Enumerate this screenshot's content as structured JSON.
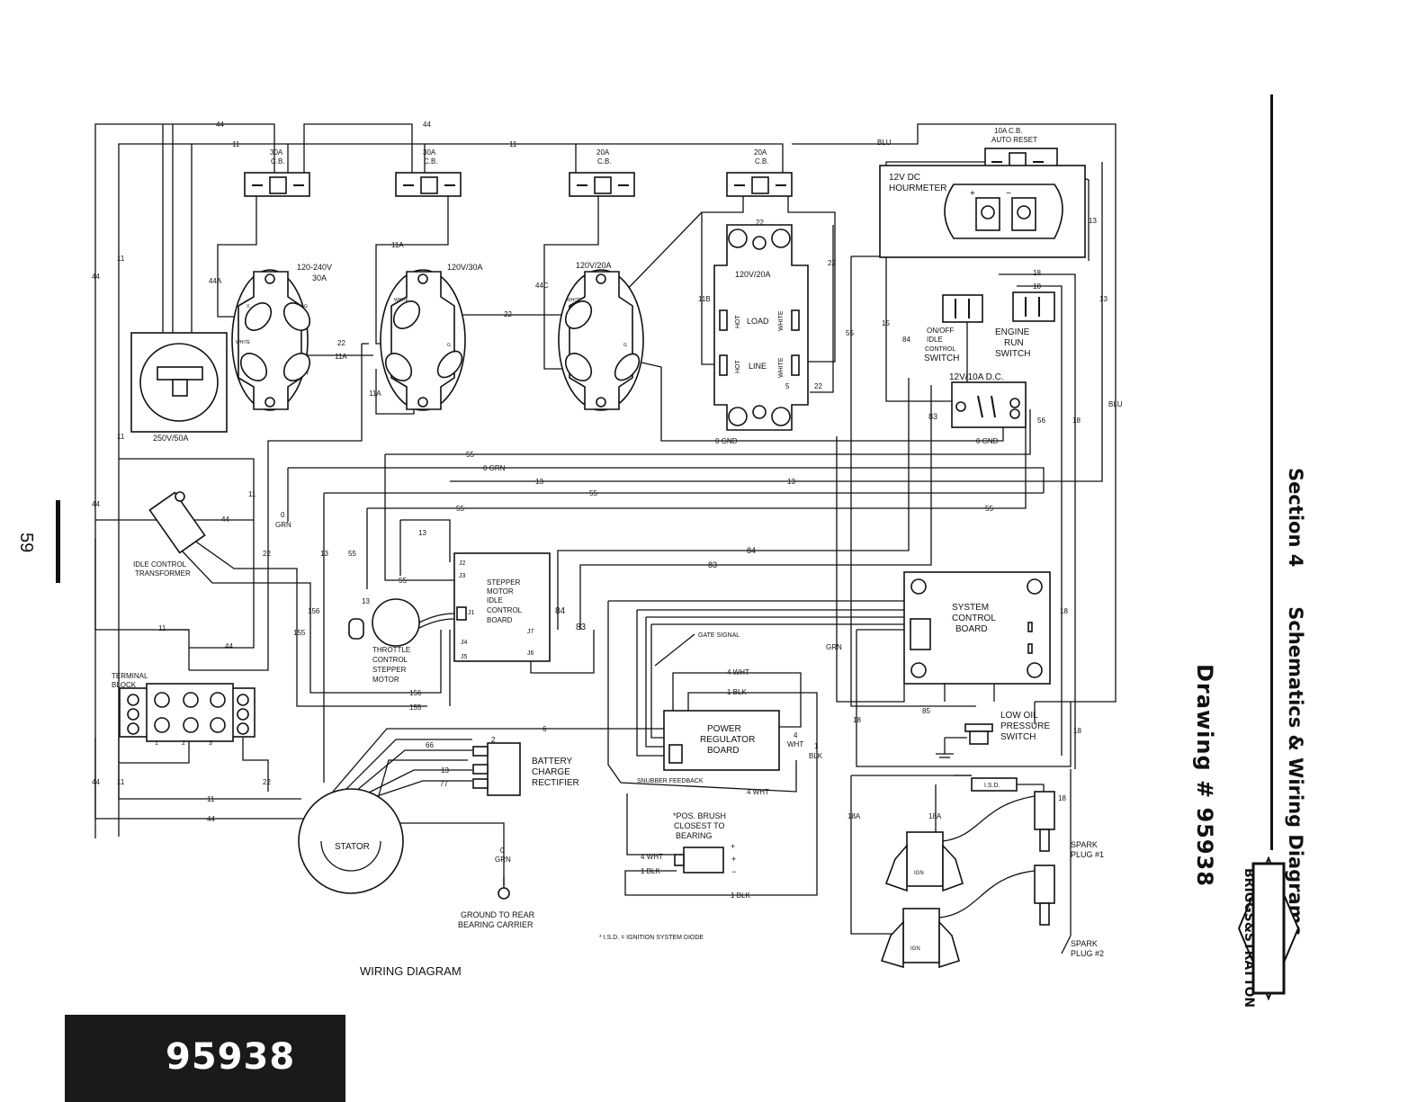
{
  "section": {
    "title": "Section 4",
    "subtitle": "Schematics & Wiring Diagrams",
    "drawing_label": "Drawing # 95938"
  },
  "page_number": "59",
  "footer": {
    "drawing_number": "95938"
  },
  "brand": {
    "logo_text": "BRIGGS&STRATTON"
  },
  "diagram": {
    "caption": "WIRING DIAGRAM",
    "footnote": "* I.S.D. = IGNITION SYSTEM DIODE",
    "breakers": {
      "cb1": [
        "30A",
        "C.B."
      ],
      "cb2": [
        "30A",
        "C.B."
      ],
      "cb3": [
        "20A",
        "C.B."
      ],
      "cb4": [
        "20A",
        "C.B."
      ],
      "cb5": [
        "10A  C.B.",
        "AUTO RESET"
      ]
    },
    "receptacles": {
      "r250": "250V/50A",
      "r120_240": [
        "120-240V",
        "30A"
      ],
      "r120_30": "120V/30A",
      "r120_20": "120V/20A",
      "gfci": "120V/20A",
      "pin_x": "X",
      "pin_g": "G",
      "pin_y": "Y",
      "white": "WHITE",
      "hot": "HOT",
      "load": "LOAD",
      "line": "LINE"
    },
    "components": {
      "hourmeter": [
        "12V DC",
        "HOURMETER"
      ],
      "plus": "+",
      "minus": "−",
      "idle_switch": [
        "ON/OFF",
        "IDLE",
        "CONTROL",
        "SWITCH"
      ],
      "engine_switch": [
        "ENGINE",
        "RUN",
        "SWITCH"
      ],
      "receptacle_12v": "12V/10A D.C.",
      "idle_transformer": [
        "IDLE CONTROL",
        "TRANSFORMER"
      ],
      "stepper_board": [
        "STEPPER",
        "MOTOR",
        "IDLE",
        "CONTROL",
        "BOARD"
      ],
      "stepper_pins": [
        "J2",
        "J3",
        "J1",
        "J7",
        "J4",
        "J5",
        "J6"
      ],
      "throttle_motor": [
        "THROTTLE",
        "CONTROL",
        "STEPPER",
        "MOTOR"
      ],
      "terminal_block": [
        "TERMINAL",
        "BLOCK"
      ],
      "terminal_numbers": [
        "1",
        "2",
        "3"
      ],
      "system_board": [
        "SYSTEM",
        "CONTROL",
        "BOARD"
      ],
      "power_regulator": [
        "POWER",
        "REGULATOR",
        "BOARD"
      ],
      "battery_rectifier": [
        "BATTERY",
        "CHARGE",
        "RECTIFIER"
      ],
      "stator": "STATOR",
      "ground": [
        "GROUND TO REAR",
        "BEARING CARRIER"
      ],
      "brush": [
        "*POS. BRUSH",
        "CLOSEST TO",
        "BEARING"
      ],
      "low_oil": [
        "LOW OIL",
        "PRESSURE",
        "SWITCH"
      ],
      "isd": "I.S.D.",
      "ign": "IGN",
      "spark1": [
        "SPARK",
        "PLUG #1"
      ],
      "spark2": [
        "SPARK",
        "PLUG #2"
      ],
      "gate_signal": "GATE SIGNAL",
      "snubber": "SNUBBER FEEDBACK"
    },
    "wires": {
      "w44": "44",
      "w11": "11",
      "w11a": "11A",
      "w44a": "44A",
      "w44c": "44C",
      "w22": "22",
      "w11b": "11B",
      "w55": "55",
      "w13": "13",
      "w84": "84",
      "w83": "83",
      "w15": "15",
      "w18": "18",
      "w18a": "18A",
      "w85": "85",
      "w56": "56",
      "w5": "5",
      "w2": "2",
      "w4": "4",
      "w1": "1",
      "w6": "6",
      "w66": "66",
      "w77": "77",
      "w156": "156",
      "w155": "155",
      "w0": "0",
      "blu": "BLU",
      "grn": "GRN",
      "wht": "WHT",
      "blk": "BLK",
      "gnd0": "0 GND",
      "grn0": "0 GRN",
      "wht4": "4 WHT",
      "blk1": "1 BLK"
    }
  }
}
